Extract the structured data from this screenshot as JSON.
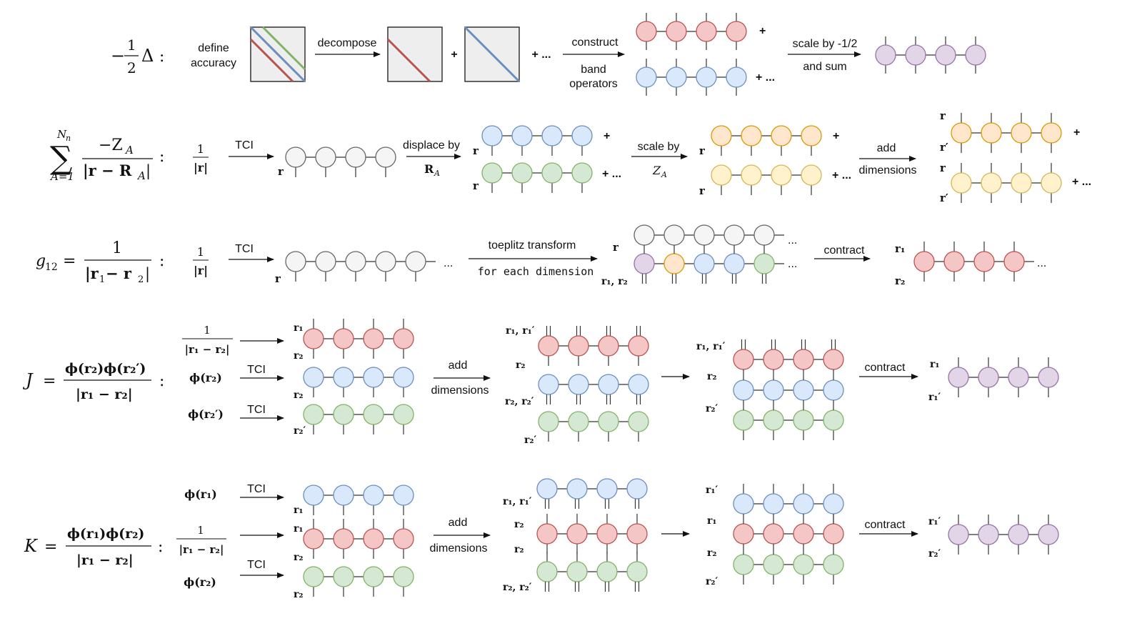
{
  "colors": {
    "red": "#f5c6c6",
    "red_stroke": "#b85450",
    "blue": "#dae8fc",
    "blue_stroke": "#6c8ebf",
    "green": "#d5e8d4",
    "green_stroke": "#82b366",
    "orange": "#ffe6cc",
    "orange_stroke": "#d79b00",
    "yellow": "#fff2cc",
    "yellow_stroke": "#d6b656",
    "purple": "#e1d5e7",
    "purple_stroke": "#9673a6",
    "gray": "#f5f5f5",
    "gray_stroke": "#666666",
    "diag_red": "#b85450",
    "diag_blue": "#6c8ebf",
    "diag_green": "#82b366"
  },
  "row1": {
    "lhs": {
      "sign": "−",
      "num": "1",
      "den": "2",
      "op": "Δ",
      "colon": ":"
    },
    "step1": [
      "define",
      "accuracy"
    ],
    "step2": "decompose",
    "plus1": "+",
    "plus_dots": "+ ...",
    "step3_top": "construct",
    "step3_bottom": [
      "band",
      "operators"
    ],
    "plus_top": "+",
    "plus_bottom": "+ ...",
    "step4_top": "scale by -1/2",
    "step4_bottom": "and sum"
  },
  "row2": {
    "lhs": {
      "sum": "∑",
      "upper": "N",
      "upper_sub": "n",
      "lower": "A=1",
      "num": "−Z",
      "num_sub": "A",
      "den": "|r − R",
      "den_sub": "A",
      "den_end": "|",
      "colon": ":"
    },
    "frac_num": "1",
    "frac_den": "|r|",
    "tci": "TCI",
    "idx_r": "r",
    "displace_top": "displace by",
    "displace_bottom": "R",
    "displace_sub": "A",
    "plus_top": "+",
    "plus_bottom": "+ ...",
    "scale_top": "scale by",
    "scale_bottom": "Z",
    "scale_sub": "A",
    "add_top": "add",
    "add_bottom": "dimensions",
    "idx_rp": "r′",
    "plus_top2": "+",
    "plus_bottom2": "+ ..."
  },
  "row3": {
    "lhs": {
      "g": "g",
      "g_sub": "12",
      "eq": "=",
      "num": "1",
      "den": "|r",
      "den_sub1": "1",
      "den_mid": " − r",
      "den_sub2": "2",
      "den_end": "|",
      "colon": ":"
    },
    "frac_num": "1",
    "frac_den": "|r|",
    "tci": "TCI",
    "idx_r": "r",
    "dots": "...",
    "toeplitz_top": "toeplitz transform",
    "toeplitz_bottom": "for each dimension",
    "idx_r12": "r₁, r₂",
    "contract": "contract",
    "idx_r1": "r₁",
    "idx_r2": "r₂"
  },
  "row4": {
    "lhs": {
      "J": "J",
      "eq": "=",
      "num": "ϕ(r₂)ϕ(r₂′)",
      "den": "|r₁ − r₂|",
      "colon": ":"
    },
    "in1_num": "1",
    "in1_den": "|r₁ − r₂|",
    "in2": "ϕ(r₂)",
    "in3": "ϕ(r₂′)",
    "tci": "TCI",
    "add_top": "add",
    "add_bottom": "dimensions",
    "contract": "contract",
    "idx": {
      "r1": "r₁",
      "r2": "r₂",
      "r2p": "r₂′",
      "r1p": "r₁′",
      "r1r1p": "r₁, r₁′",
      "r2r2p": "r₂, r₂′"
    }
  },
  "row5": {
    "lhs": {
      "K": "K",
      "eq": "=",
      "num": "ϕ(r₁)ϕ(r₂)",
      "den": "|r₁ − r₂|",
      "colon": ":"
    },
    "in1": "ϕ(r₁)",
    "in2_num": "1",
    "in2_den": "|r₁ − r₂|",
    "in3": "ϕ(r₂)",
    "tci": "TCI",
    "add_top": "add",
    "add_bottom": "dimensions",
    "contract": "contract",
    "idx": {
      "r1": "r₁",
      "r2": "r₂",
      "r1p": "r₁′",
      "r2p": "r₂′",
      "r1r1p": "r₁, r₁′",
      "r2r2p": "r₂, r₂′"
    }
  }
}
